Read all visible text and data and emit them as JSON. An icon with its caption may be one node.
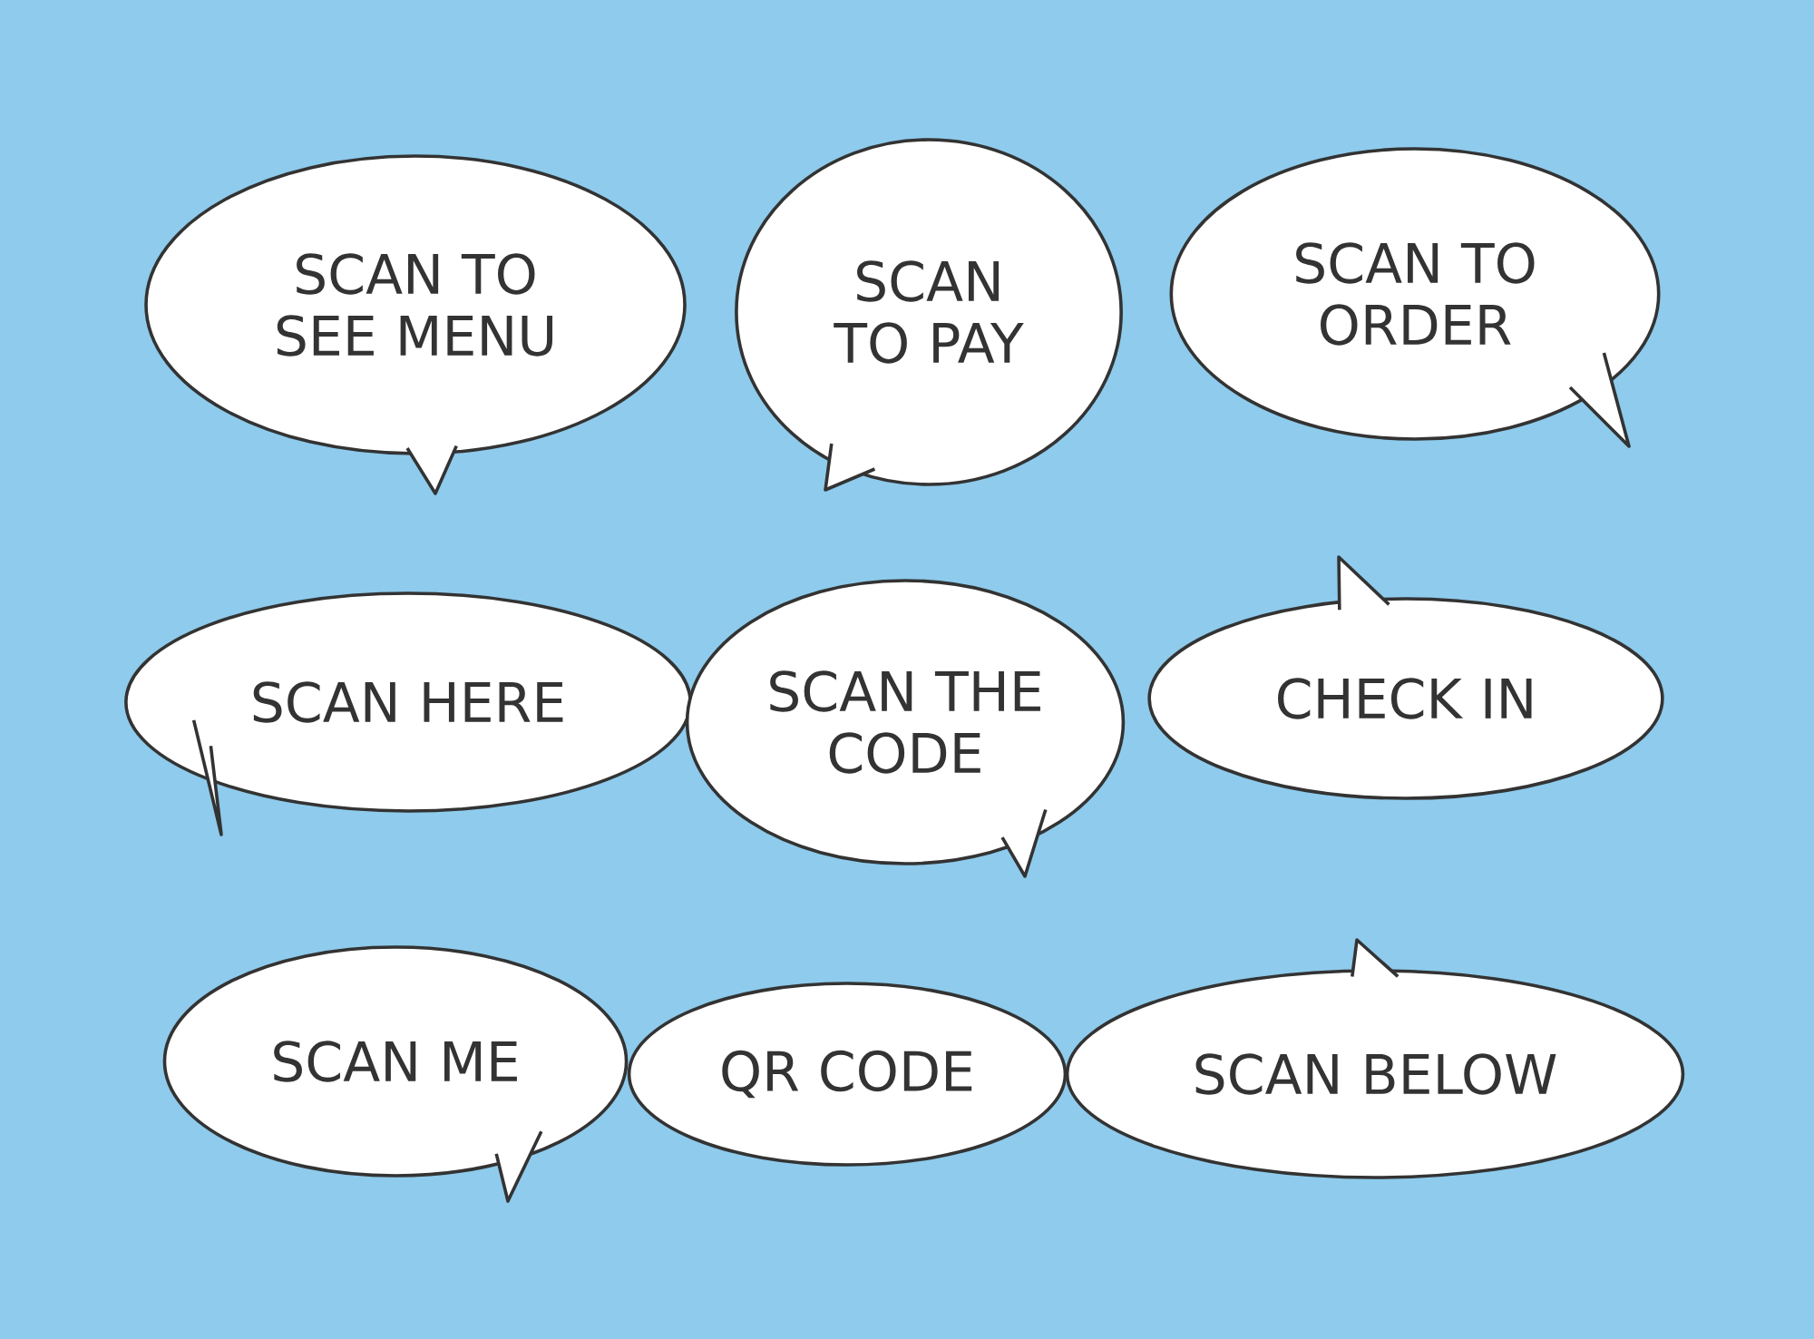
{
  "diagram": {
    "nodes": [
      {
        "text": [
          "SCAN TO SEE MENU"
        ]
      },
      {
        "text": [
          "SCAN TO PAY"
        ]
      },
      {
        "text": [
          "SCAN TO ORDER"
        ]
      },
      {
        "text": [
          "SCAN HERE"
        ]
      },
      {
        "text": [
          "SCAN THE CODE"
        ]
      },
      {
        "text": [
          "CHECK IN"
        ]
      },
      {
        "text": [
          "SCAN ME"
        ]
      },
      {
        "text": [
          "QR CODE"
        ]
      },
      {
        "text": [
          "SCAN BELOW"
        ]
      }
    ]
  }
}
